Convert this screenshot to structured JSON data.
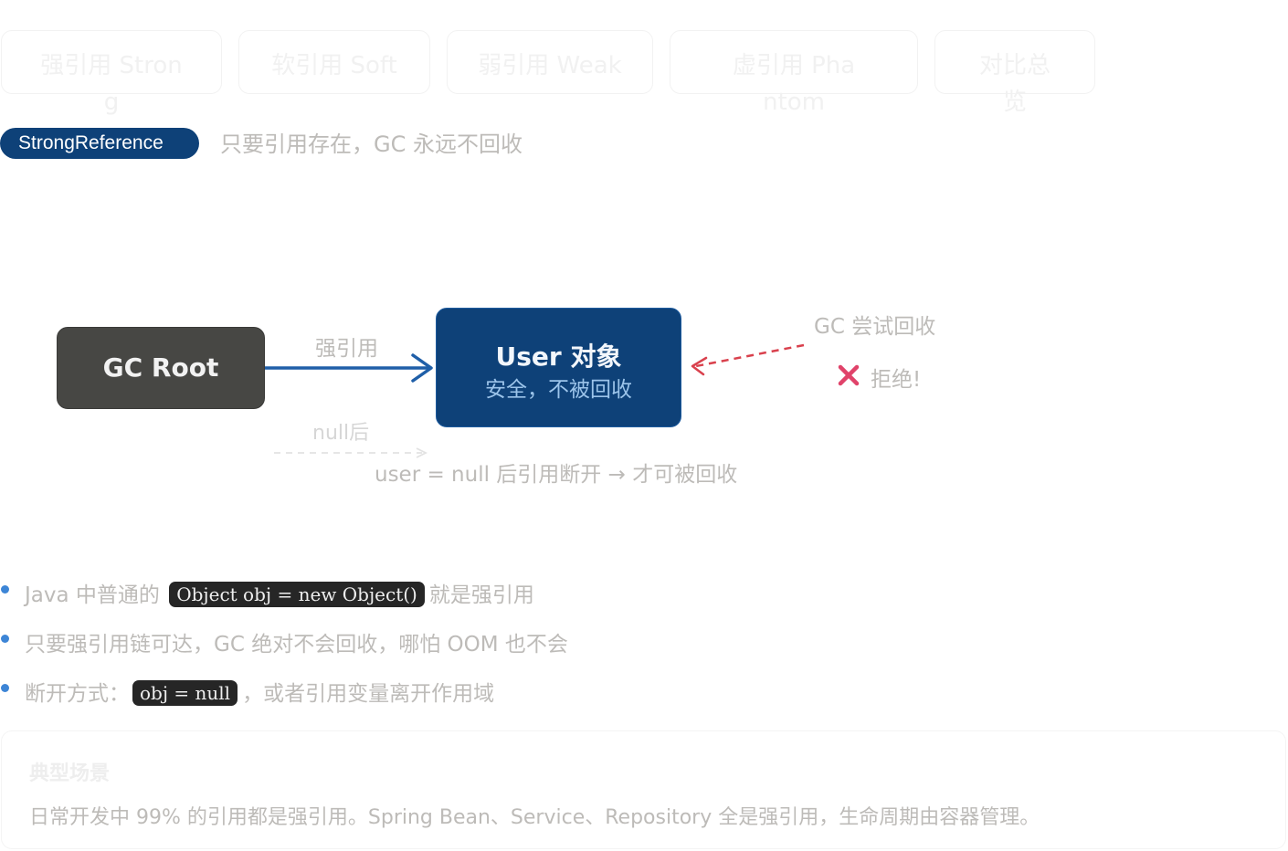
{
  "tabs": [
    {
      "label": "强引用 Strong"
    },
    {
      "label": "软引用 Soft"
    },
    {
      "label": "弱引用 Weak"
    },
    {
      "label": "虚引用 Phantom"
    },
    {
      "label": "对比总览"
    }
  ],
  "header": {
    "badge": "StrongReference",
    "subtitle": "只要引用存在，GC 永远不回收"
  },
  "diagram": {
    "gc_root": "GC Root",
    "user_title": "User 对象",
    "user_subtitle": "安全，不被回收",
    "strong_ref_label": "强引用",
    "null_label": "null后",
    "gc_try_label": "GC 尝试回收",
    "reject_label": "拒绝!",
    "caption": "user = null 后引用断开 → 才可被回收",
    "colors": {
      "gc_root_bg": "#474744",
      "user_bg": "#0e4178",
      "strong_arrow": "#1f5fa8",
      "gc_arrow": "#d9414d"
    }
  },
  "bullets": [
    {
      "before": "Java 中普通的",
      "code": "Object obj = new Object()",
      "after": "就是强引用"
    },
    {
      "before": "只要强引用链可达，GC 绝对不会回收，哪怕 OOM 也不会",
      "code": "",
      "after": ""
    },
    {
      "before": "断开方式：",
      "code": "obj = null",
      "after": "，或者引用变量离开作用域"
    }
  ],
  "scenario": {
    "title": "典型场景",
    "text": "日常开发中 99% 的引用都是强引用。Spring Bean、Service、Repository 全是强引用，生命周期由容器管理。"
  },
  "icons": {
    "reject": "x-mark-icon",
    "bullet": "bullet-dot-icon"
  }
}
